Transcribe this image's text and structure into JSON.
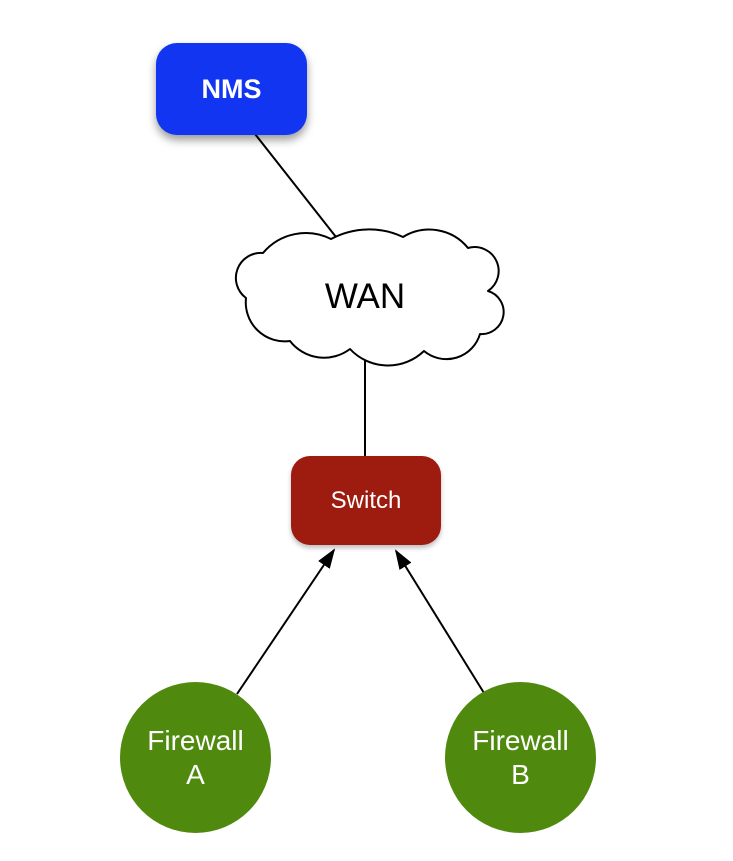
{
  "diagram": {
    "background": "#FFFFFF",
    "edge_color": "#000000",
    "nodes": {
      "nms": {
        "label": "NMS",
        "shape": "rounded-rectangle",
        "fill": "#1135F0",
        "text_color": "#FFFFFF"
      },
      "wan": {
        "label": "WAN",
        "shape": "cloud",
        "fill": "#FFFFFF",
        "stroke": "#000000",
        "text_color": "#000000"
      },
      "switch": {
        "label": "Switch",
        "shape": "rounded-rectangle",
        "fill": "#9E1B10",
        "text_color": "#FFFFFF"
      },
      "firewall_a": {
        "label_line1": "Firewall",
        "label_line2": "A",
        "shape": "circle",
        "fill": "#4F8A0E",
        "text_color": "#FFFFFF"
      },
      "firewall_b": {
        "label_line1": "Firewall",
        "label_line2": "B",
        "shape": "circle",
        "fill": "#4F8A0E",
        "text_color": "#FFFFFF"
      }
    },
    "edges": [
      {
        "from": "nms",
        "to": "wan",
        "style": "line",
        "arrowhead": "none"
      },
      {
        "from": "wan",
        "to": "switch",
        "style": "line",
        "arrowhead": "none"
      },
      {
        "from": "firewall_a",
        "to": "switch",
        "style": "line",
        "arrowhead": "to"
      },
      {
        "from": "firewall_b",
        "to": "switch",
        "style": "line",
        "arrowhead": "to"
      }
    ]
  }
}
